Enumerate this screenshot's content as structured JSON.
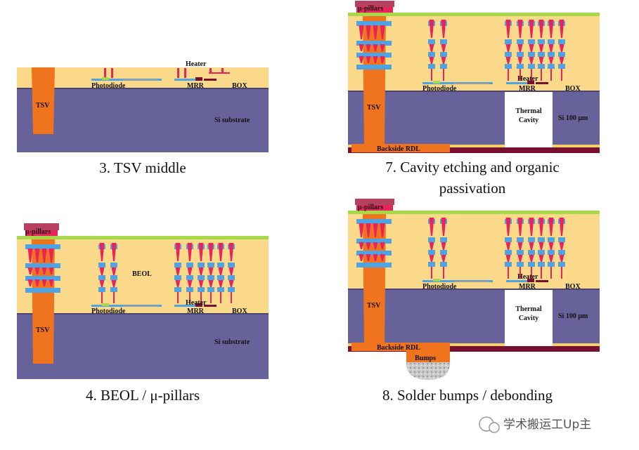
{
  "panels": {
    "p3": {
      "caption": "3. TSV middle",
      "tsv": "TSV",
      "heater": "Heater",
      "photodiode": "Photodiode",
      "mrr": "MRR",
      "box": "BOX",
      "substrate": "Si substrate"
    },
    "p4": {
      "caption": "4. BEOL / μ-pillars",
      "tsv": "TSV",
      "heater": "Heater",
      "photodiode": "Photodiode",
      "mrr": "MRR",
      "box": "BOX",
      "substrate": "Si substrate",
      "beol": "BEOL",
      "pillars": "μ-pillars"
    },
    "p7": {
      "caption_line1": "7. Cavity etching and organic",
      "caption_line2": "passivation",
      "tsv": "TSV",
      "heater": "Heater",
      "photodiode": "Photodiode",
      "mrr": "MRR",
      "box": "BOX",
      "si": "Si 100 μm",
      "cavity1": "Thermal",
      "cavity2": "Cavity",
      "rdl": "Backside RDL",
      "pillars": "μ-pillars"
    },
    "p8": {
      "caption": "8. Solder bumps / debonding",
      "tsv": "TSV",
      "heater": "Heater",
      "photodiode": "Photodiode",
      "mrr": "MRR",
      "box": "BOX",
      "si": "Si 100 μm",
      "cavity1": "Thermal",
      "cavity2": "Cavity",
      "rdl": "Backside RDL",
      "pillars": "μ-pillars",
      "bumps": "Bumps"
    }
  },
  "watermark": "学术搬运工Up主",
  "colors": {
    "oxide": "#fbd98a",
    "substrate": "#67639a",
    "tsv": "#f0731e",
    "via": "#e8245a",
    "metal": "#4fa3e0",
    "passivation": "#a6d84a",
    "rdl_dark": "#7a1030",
    "cavity": "#ffffff"
  }
}
